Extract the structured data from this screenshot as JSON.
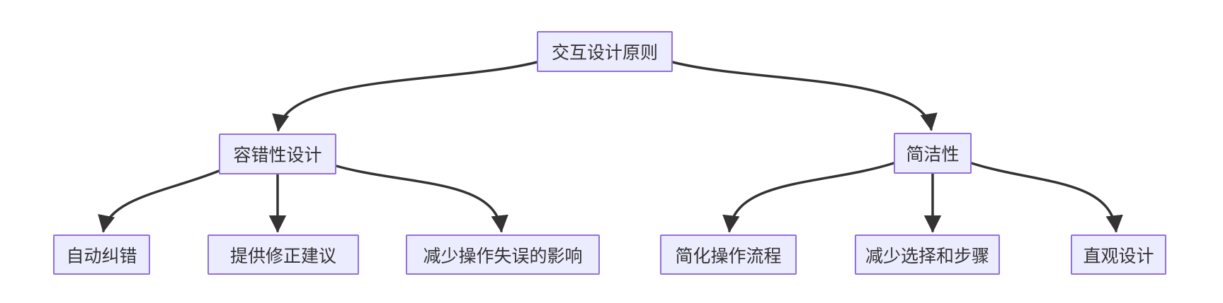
{
  "diagram": {
    "type": "flowchart",
    "direction": "top-down",
    "nodes": {
      "root": {
        "label": "交互设计原则"
      },
      "fault": {
        "label": "容错性设计"
      },
      "simple": {
        "label": "简洁性"
      },
      "auto": {
        "label": "自动纠错"
      },
      "suggest": {
        "label": "提供修正建议"
      },
      "impact": {
        "label": "减少操作失误的影响"
      },
      "flow": {
        "label": "简化操作流程"
      },
      "steps": {
        "label": "减少选择和步骤"
      },
      "intuitive": {
        "label": "直观设计"
      }
    },
    "edges": [
      {
        "from": "root",
        "to": "fault"
      },
      {
        "from": "root",
        "to": "simple"
      },
      {
        "from": "fault",
        "to": "auto"
      },
      {
        "from": "fault",
        "to": "suggest"
      },
      {
        "from": "fault",
        "to": "impact"
      },
      {
        "from": "simple",
        "to": "flow"
      },
      {
        "from": "simple",
        "to": "steps"
      },
      {
        "from": "simple",
        "to": "intuitive"
      }
    ],
    "colors": {
      "node_fill": "#ECECFF",
      "node_border": "#9370DB",
      "node_text": "#333333",
      "edge": "#333333",
      "background": "#FFFFFF"
    }
  }
}
